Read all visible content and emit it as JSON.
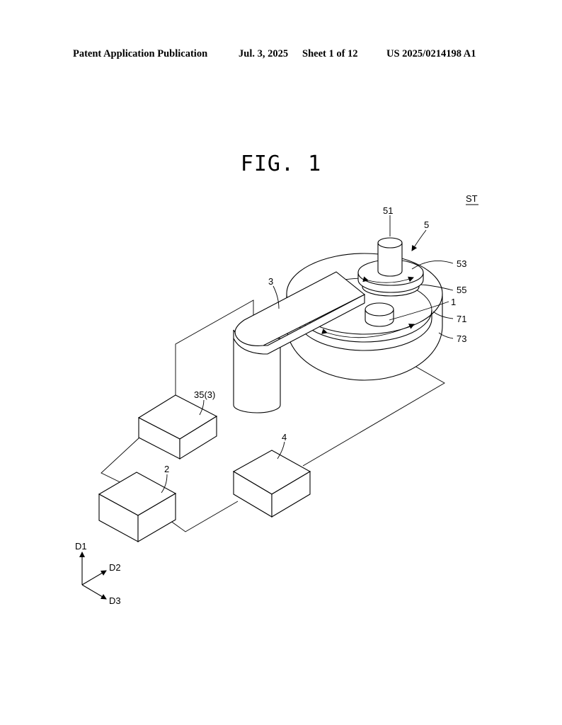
{
  "header": {
    "publication": "Patent Application Publication",
    "date": "Jul. 3, 2025",
    "sheet": "Sheet 1 of 12",
    "number": "US 2025/0214198 A1"
  },
  "figure": {
    "title": "FIG. 1",
    "system_label": "ST"
  },
  "reference_labels": {
    "ref_51": "51",
    "ref_5": "5",
    "ref_53": "53",
    "ref_55": "55",
    "ref_1": "1",
    "ref_71": "71",
    "ref_73": "73",
    "ref_3": "3",
    "ref_35": "35(3)",
    "ref_4": "4",
    "ref_2": "2"
  },
  "axes": {
    "d1": "D1",
    "d2": "D2",
    "d3": "D3"
  }
}
